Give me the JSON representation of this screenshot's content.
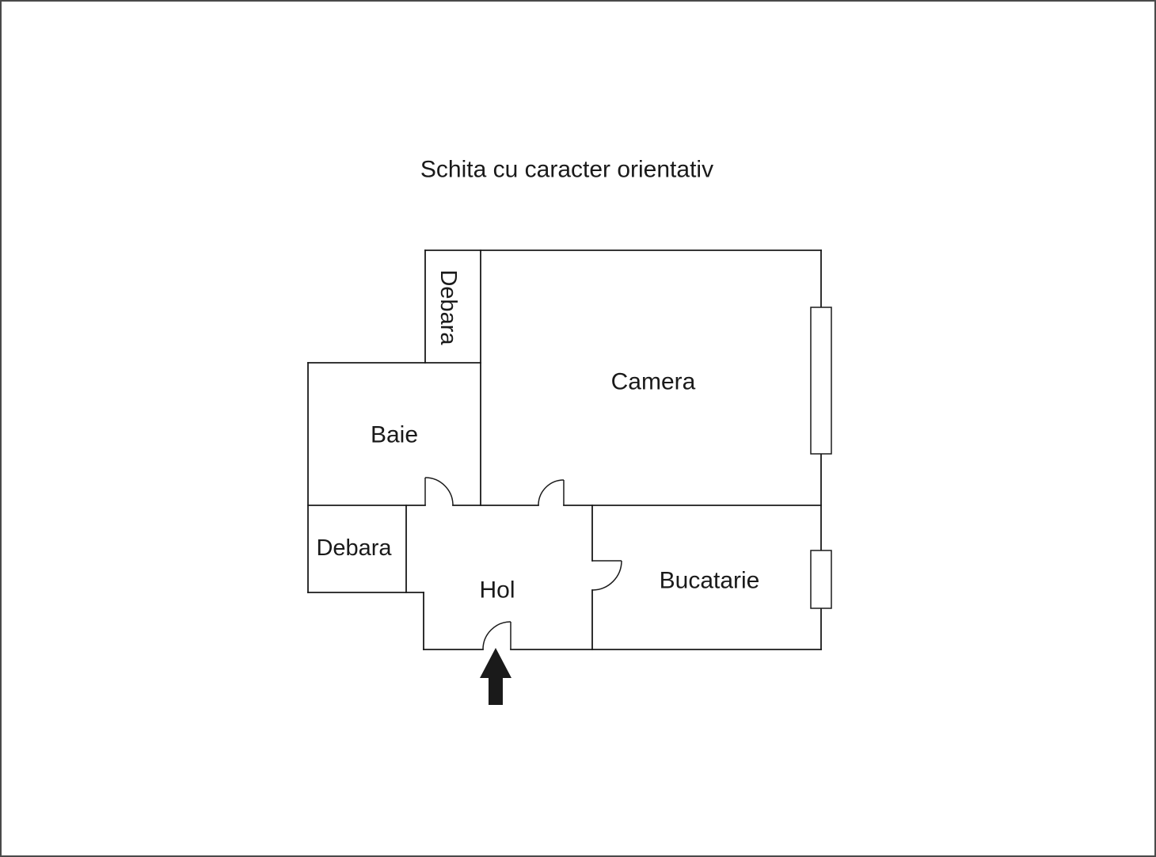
{
  "title": "Schita cu caracter orientativ",
  "rooms": {
    "debara_top": "Debara",
    "camera": "Camera",
    "baie": "Baie",
    "debara_bottom": "Debara",
    "hol": "Hol",
    "bucatarie": "Bucatarie"
  },
  "colors": {
    "line": "#1a1a1a",
    "background": "#ffffff",
    "border": "#4a4a4a"
  }
}
